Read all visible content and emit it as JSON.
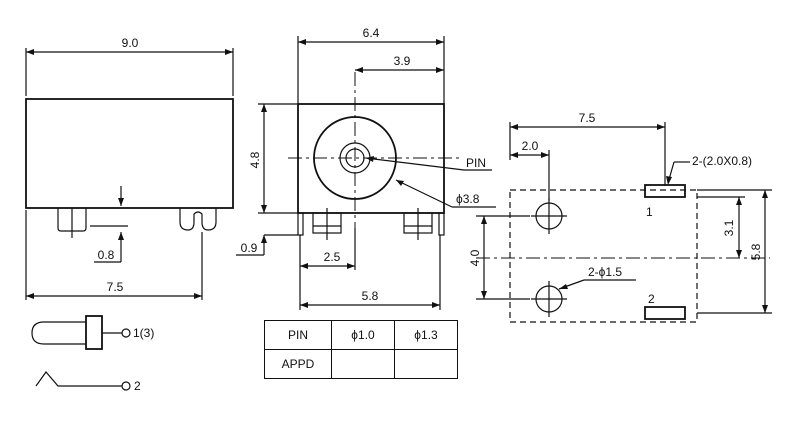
{
  "dims": {
    "d_9_0": "9.0",
    "d_0_8": "0.8",
    "d_7_5_left": "7.5",
    "d_6_4": "6.4",
    "d_3_9": "3.9",
    "d_4_8": "4.8",
    "d_0_9": "0.9",
    "d_2_5": "2.5",
    "d_5_8_bottom": "5.8",
    "d_7_5_right": "7.5",
    "d_2_0": "2.0",
    "d_4_0": "4.0",
    "d_3_1": "3.1",
    "d_5_8_right": "5.8"
  },
  "labels": {
    "pin": "PIN",
    "phi_3_8": "ϕ3.8",
    "slot_note": "2-(2.0X0.8)",
    "hole_note": "2-ϕ1.5",
    "pad_1": "1",
    "pad_2": "2",
    "legend_1": "1(3)",
    "legend_2": "2"
  },
  "table": {
    "header": [
      "PIN",
      "ϕ1.0",
      "ϕ1.3"
    ],
    "rows": [
      [
        "APPD",
        "",
        ""
      ]
    ]
  }
}
